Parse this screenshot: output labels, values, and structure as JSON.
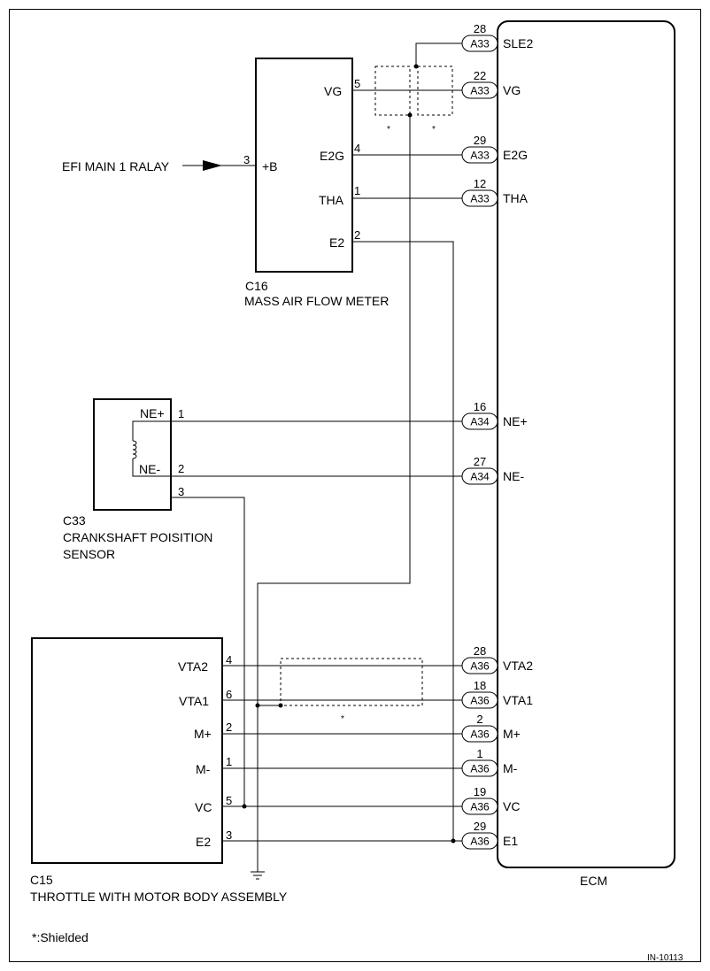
{
  "ecm": {
    "label": "ECM"
  },
  "maf": {
    "code": "C16",
    "name": "MASS AIR FLOW METER",
    "pins": [
      {
        "name": "VG",
        "num": "5"
      },
      {
        "name": "E2G",
        "num": "4"
      },
      {
        "name": "THA",
        "num": "1"
      },
      {
        "name": "E2",
        "num": "2"
      },
      {
        "name": "+B",
        "num": "3"
      }
    ]
  },
  "relay": {
    "label": "EFI MAIN 1 RALAY"
  },
  "ckp": {
    "code": "C33",
    "name_line1": "CRANKSHAFT POISITION",
    "name_line2": "SENSOR",
    "pins": [
      {
        "name": "NE+",
        "num": "1"
      },
      {
        "name": "NE-",
        "num": "2"
      },
      {
        "name": "",
        "num": "3"
      }
    ]
  },
  "throttle": {
    "code": "C15",
    "name": "THROTTLE WITH MOTOR BODY ASSEMBLY",
    "pins": [
      {
        "name": "VTA2",
        "num": "4"
      },
      {
        "name": "VTA1",
        "num": "6"
      },
      {
        "name": "M+",
        "num": "2"
      },
      {
        "name": "M-",
        "num": "1"
      },
      {
        "name": "VC",
        "num": "5"
      },
      {
        "name": "E2",
        "num": "3"
      }
    ]
  },
  "ecm_pins": [
    {
      "num": "28",
      "conn": "A33",
      "name": "SLE2"
    },
    {
      "num": "22",
      "conn": "A33",
      "name": "VG"
    },
    {
      "num": "29",
      "conn": "A33",
      "name": "E2G"
    },
    {
      "num": "12",
      "conn": "A33",
      "name": "THA"
    },
    {
      "num": "16",
      "conn": "A34",
      "name": "NE+"
    },
    {
      "num": "27",
      "conn": "A34",
      "name": "NE-"
    },
    {
      "num": "28",
      "conn": "A36",
      "name": "VTA2"
    },
    {
      "num": "18",
      "conn": "A36",
      "name": "VTA1"
    },
    {
      "num": "2",
      "conn": "A36",
      "name": "M+"
    },
    {
      "num": "1",
      "conn": "A36",
      "name": "M-"
    },
    {
      "num": "19",
      "conn": "A36",
      "name": "VC"
    },
    {
      "num": "29",
      "conn": "A36",
      "name": "E1"
    }
  ],
  "shield_mark": "*",
  "footnote": "*:Shielded",
  "figure_id": "IN-10113"
}
